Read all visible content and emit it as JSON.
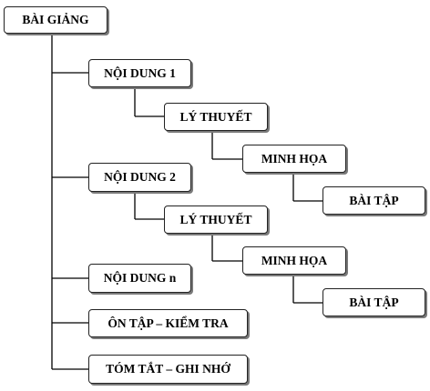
{
  "nodes": {
    "root": "BÀI GIẢNG",
    "nd1": "NỘI DUNG 1",
    "nd1_lt": "LÝ THUYẾT",
    "nd1_mh": "MINH HỌA",
    "nd1_bt": "BÀI TẬP",
    "nd2": "NỘI DUNG 2",
    "nd2_lt": "LÝ THUYẾT",
    "nd2_mh": "MINH HỌA",
    "nd2_bt": "BÀI TẬP",
    "ndn": "NỘI DUNG n",
    "ontap": "ÔN TẬP – KIỂM TRA",
    "tomtat": "TÓM TẮT – GHI NHỚ"
  }
}
